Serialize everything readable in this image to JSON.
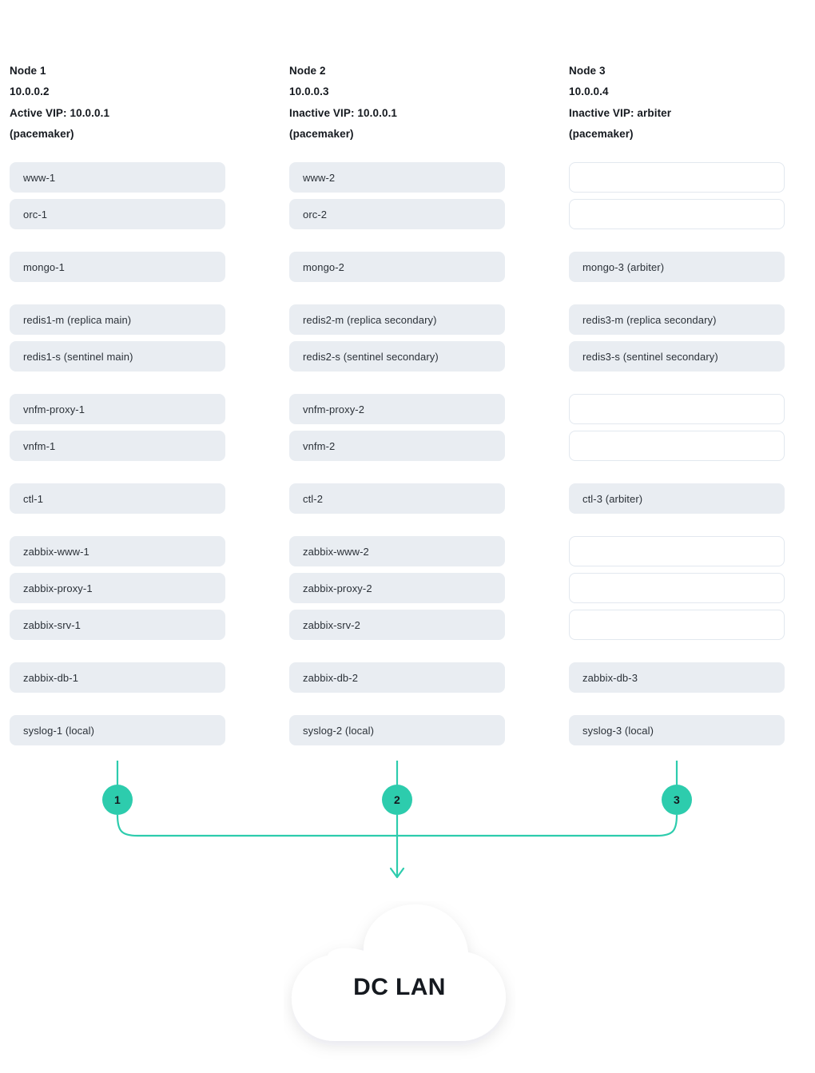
{
  "theme": {
    "accent": "#2dccad",
    "box_fill": "#e9edf2",
    "box_border_empty": "#e2e8ef",
    "text": "#15191f",
    "background": "#ffffff"
  },
  "columns": [
    {
      "id": "node-1",
      "header": {
        "name": "Node 1",
        "ip": "10.0.0.2",
        "vip": "Active VIP: 10.0.0.1",
        "manager": "(pacemaker)"
      },
      "badge": "1",
      "groups": [
        {
          "boxes": [
            {
              "label": "www-1",
              "empty": false
            },
            {
              "label": "orc-1",
              "empty": false
            }
          ]
        },
        {
          "boxes": [
            {
              "label": "mongo-1",
              "empty": false
            }
          ]
        },
        {
          "boxes": [
            {
              "label": "redis1-m (replica main)",
              "empty": false
            },
            {
              "label": "redis1-s (sentinel main)",
              "empty": false
            }
          ]
        },
        {
          "boxes": [
            {
              "label": "vnfm-proxy-1",
              "empty": false
            },
            {
              "label": "vnfm-1",
              "empty": false
            }
          ]
        },
        {
          "boxes": [
            {
              "label": "ctl-1",
              "empty": false
            }
          ]
        },
        {
          "boxes": [
            {
              "label": "zabbix-www-1",
              "empty": false
            },
            {
              "label": "zabbix-proxy-1",
              "empty": false
            },
            {
              "label": "zabbix-srv-1",
              "empty": false
            }
          ]
        },
        {
          "boxes": [
            {
              "label": "zabbix-db-1",
              "empty": false
            }
          ]
        },
        {
          "boxes": [
            {
              "label": "syslog-1 (local)",
              "empty": false
            }
          ]
        }
      ]
    },
    {
      "id": "node-2",
      "header": {
        "name": "Node 2",
        "ip": "10.0.0.3",
        "vip": "Inactive VIP: 10.0.0.1",
        "manager": "(pacemaker)"
      },
      "badge": "2",
      "groups": [
        {
          "boxes": [
            {
              "label": "www-2",
              "empty": false
            },
            {
              "label": "orc-2",
              "empty": false
            }
          ]
        },
        {
          "boxes": [
            {
              "label": "mongo-2",
              "empty": false
            }
          ]
        },
        {
          "boxes": [
            {
              "label": "redis2-m (replica secondary)",
              "empty": false
            },
            {
              "label": "redis2-s (sentinel secondary)",
              "empty": false
            }
          ]
        },
        {
          "boxes": [
            {
              "label": "vnfm-proxy-2",
              "empty": false
            },
            {
              "label": "vnfm-2",
              "empty": false
            }
          ]
        },
        {
          "boxes": [
            {
              "label": "ctl-2",
              "empty": false
            }
          ]
        },
        {
          "boxes": [
            {
              "label": "zabbix-www-2",
              "empty": false
            },
            {
              "label": "zabbix-proxy-2",
              "empty": false
            },
            {
              "label": "zabbix-srv-2",
              "empty": false
            }
          ]
        },
        {
          "boxes": [
            {
              "label": "zabbix-db-2",
              "empty": false
            }
          ]
        },
        {
          "boxes": [
            {
              "label": "syslog-2 (local)",
              "empty": false
            }
          ]
        }
      ]
    },
    {
      "id": "node-3",
      "header": {
        "name": "Node 3",
        "ip": "10.0.0.4",
        "vip": "Inactive VIP: arbiter",
        "manager": "(pacemaker)"
      },
      "badge": "3",
      "groups": [
        {
          "boxes": [
            {
              "label": "",
              "empty": true
            },
            {
              "label": "",
              "empty": true
            }
          ]
        },
        {
          "boxes": [
            {
              "label": "mongo-3 (arbiter)",
              "empty": false
            }
          ]
        },
        {
          "boxes": [
            {
              "label": "redis3-m (replica secondary)",
              "empty": false
            },
            {
              "label": "redis3-s (sentinel secondary)",
              "empty": false
            }
          ]
        },
        {
          "boxes": [
            {
              "label": "",
              "empty": true
            },
            {
              "label": "",
              "empty": true
            }
          ]
        },
        {
          "boxes": [
            {
              "label": "ctl-3 (arbiter)",
              "empty": false
            }
          ]
        },
        {
          "boxes": [
            {
              "label": "",
              "empty": true
            },
            {
              "label": "",
              "empty": true
            },
            {
              "label": "",
              "empty": true
            }
          ]
        },
        {
          "boxes": [
            {
              "label": "zabbix-db-3",
              "empty": false
            }
          ]
        },
        {
          "boxes": [
            {
              "label": "syslog-3 (local)",
              "empty": false
            }
          ]
        }
      ]
    }
  ],
  "network": {
    "cloud_label": "DC LAN"
  }
}
